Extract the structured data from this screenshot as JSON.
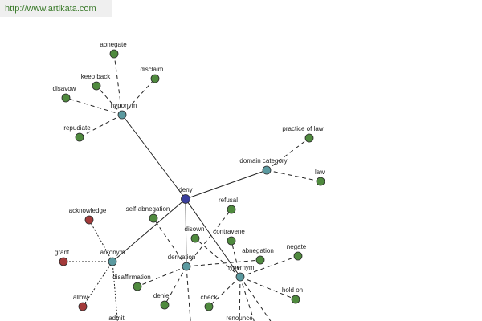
{
  "header": {
    "url": "http://www.artikata.com"
  },
  "colors": {
    "center": "#3a3f9e",
    "relation": "#5b9aa0",
    "synonym": "#4f8a3e",
    "antonym": "#a33a3a",
    "edge": "#222222"
  },
  "graph": {
    "nodes": [
      {
        "id": "deny",
        "label": "deny",
        "kind": "center"
      },
      {
        "id": "hyponym",
        "label": "hyponym",
        "kind": "relation"
      },
      {
        "id": "domain_category",
        "label": "domain category",
        "kind": "relation"
      },
      {
        "id": "antonym",
        "label": "antonym",
        "kind": "relation"
      },
      {
        "id": "derivation",
        "label": "derivation",
        "kind": "relation"
      },
      {
        "id": "hypernym",
        "label": "hypernym",
        "kind": "relation"
      },
      {
        "id": "abnegate",
        "label": "abnegate",
        "kind": "synonym"
      },
      {
        "id": "keep_back",
        "label": "keep back",
        "kind": "synonym"
      },
      {
        "id": "disclaim",
        "label": "disclaim",
        "kind": "synonym"
      },
      {
        "id": "disavow",
        "label": "disavow",
        "kind": "synonym"
      },
      {
        "id": "repudiate",
        "label": "repudiate",
        "kind": "synonym"
      },
      {
        "id": "practice_of_law",
        "label": "practice of law",
        "kind": "synonym"
      },
      {
        "id": "law",
        "label": "law",
        "kind": "synonym"
      },
      {
        "id": "acknowledge",
        "label": "acknowledge",
        "kind": "antonym"
      },
      {
        "id": "grant",
        "label": "grant",
        "kind": "antonym"
      },
      {
        "id": "allow",
        "label": "allow",
        "kind": "antonym"
      },
      {
        "id": "admit",
        "label": "admit",
        "kind": "antonym"
      },
      {
        "id": "self_abnegation",
        "label": "self-abnegation",
        "kind": "synonym"
      },
      {
        "id": "refusal",
        "label": "refusal",
        "kind": "synonym"
      },
      {
        "id": "disown",
        "label": "disown",
        "kind": "synonym"
      },
      {
        "id": "contravene",
        "label": "contravene",
        "kind": "synonym"
      },
      {
        "id": "abnegation",
        "label": "abnegation",
        "kind": "synonym"
      },
      {
        "id": "negate",
        "label": "negate",
        "kind": "synonym"
      },
      {
        "id": "disaffirmation",
        "label": "disaffirmation",
        "kind": "synonym"
      },
      {
        "id": "denier",
        "label": "denier",
        "kind": "synonym"
      },
      {
        "id": "check",
        "label": "check",
        "kind": "synonym"
      },
      {
        "id": "hold_on",
        "label": "hold on",
        "kind": "synonym"
      },
      {
        "id": "renounce",
        "label": "renounce",
        "kind": "synonym"
      }
    ],
    "edges": [
      {
        "from": "deny",
        "to": "hyponym",
        "style": "solid"
      },
      {
        "from": "deny",
        "to": "domain_category",
        "style": "solid"
      },
      {
        "from": "deny",
        "to": "antonym",
        "style": "solid"
      },
      {
        "from": "deny",
        "to": "derivation",
        "style": "solid"
      },
      {
        "from": "deny",
        "to": "hypernym",
        "style": "solid"
      },
      {
        "from": "hyponym",
        "to": "abnegate",
        "style": "dashed"
      },
      {
        "from": "hyponym",
        "to": "keep_back",
        "style": "dashed"
      },
      {
        "from": "hyponym",
        "to": "disclaim",
        "style": "dashed"
      },
      {
        "from": "hyponym",
        "to": "disavow",
        "style": "dashed"
      },
      {
        "from": "hyponym",
        "to": "repudiate",
        "style": "dashed"
      },
      {
        "from": "domain_category",
        "to": "practice_of_law",
        "style": "dashed"
      },
      {
        "from": "domain_category",
        "to": "law",
        "style": "dashed"
      },
      {
        "from": "antonym",
        "to": "acknowledge",
        "style": "dotted"
      },
      {
        "from": "antonym",
        "to": "grant",
        "style": "dotted"
      },
      {
        "from": "antonym",
        "to": "allow",
        "style": "dotted"
      },
      {
        "from": "antonym",
        "to": "admit",
        "style": "dotted"
      },
      {
        "from": "derivation",
        "to": "self_abnegation",
        "style": "dashed"
      },
      {
        "from": "derivation",
        "to": "refusal",
        "style": "dashed"
      },
      {
        "from": "derivation",
        "to": "disaffirmation",
        "style": "dashed"
      },
      {
        "from": "derivation",
        "to": "denier",
        "style": "dashed"
      },
      {
        "from": "derivation",
        "to": "abnegation",
        "style": "dashed"
      },
      {
        "from": "derivation",
        "to": "offscreen_1",
        "style": "dashed"
      },
      {
        "from": "hypernym",
        "to": "disown",
        "style": "dashed"
      },
      {
        "from": "hypernym",
        "to": "contravene",
        "style": "dashed"
      },
      {
        "from": "hypernym",
        "to": "negate",
        "style": "dashed"
      },
      {
        "from": "hypernym",
        "to": "check",
        "style": "dashed"
      },
      {
        "from": "hypernym",
        "to": "hold_on",
        "style": "dashed"
      },
      {
        "from": "hypernym",
        "to": "renounce",
        "style": "dashed"
      },
      {
        "from": "hypernym",
        "to": "offscreen_2",
        "style": "dashed"
      },
      {
        "from": "hypernym",
        "to": "offscreen_3",
        "style": "dashed"
      }
    ]
  }
}
